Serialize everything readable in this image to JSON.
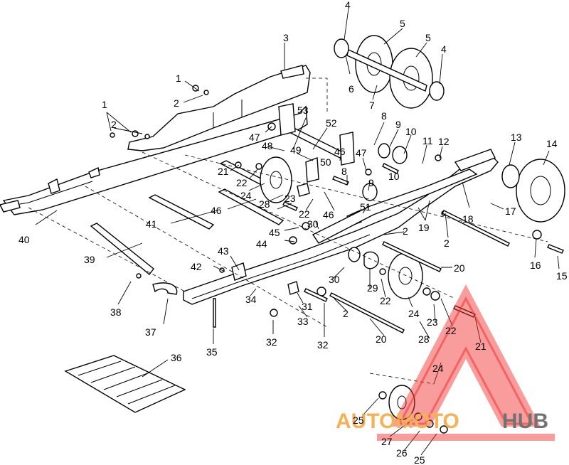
{
  "labels": [
    {
      "id": "l1",
      "text": "1"
    },
    {
      "id": "l2",
      "text": "2"
    },
    {
      "id": "l3",
      "text": "3"
    },
    {
      "id": "l4",
      "text": "4"
    },
    {
      "id": "l5",
      "text": "5"
    },
    {
      "id": "l6",
      "text": "5"
    },
    {
      "id": "l7",
      "text": "4"
    },
    {
      "id": "l8",
      "text": "6"
    },
    {
      "id": "l9",
      "text": "7"
    },
    {
      "id": "l10",
      "text": "1"
    },
    {
      "id": "l11",
      "text": "2"
    },
    {
      "id": "l12",
      "text": "53"
    },
    {
      "id": "l13",
      "text": "52"
    },
    {
      "id": "l14",
      "text": "8"
    },
    {
      "id": "l15",
      "text": "9"
    },
    {
      "id": "l16",
      "text": "10"
    },
    {
      "id": "l17",
      "text": "11"
    },
    {
      "id": "l18",
      "text": "12"
    },
    {
      "id": "l19",
      "text": "13"
    },
    {
      "id": "l20",
      "text": "14"
    },
    {
      "id": "l21",
      "text": "47"
    },
    {
      "id": "l22",
      "text": "48"
    },
    {
      "id": "l23",
      "text": "49"
    },
    {
      "id": "l24",
      "text": "46"
    },
    {
      "id": "l25",
      "text": "47"
    },
    {
      "id": "l26",
      "text": "50"
    },
    {
      "id": "l27",
      "text": "8"
    },
    {
      "id": "l28",
      "text": "9"
    },
    {
      "id": "l29",
      "text": "10"
    },
    {
      "id": "l30",
      "text": "21"
    },
    {
      "id": "l31",
      "text": "22"
    },
    {
      "id": "l32",
      "text": "24"
    },
    {
      "id": "l33",
      "text": "23"
    },
    {
      "id": "l34",
      "text": "28"
    },
    {
      "id": "l35",
      "text": "22"
    },
    {
      "id": "l36",
      "text": "46"
    },
    {
      "id": "l37",
      "text": "51"
    },
    {
      "id": "l38",
      "text": "46"
    },
    {
      "id": "l39",
      "text": "41"
    },
    {
      "id": "l40",
      "text": "40"
    },
    {
      "id": "l41",
      "text": "45"
    },
    {
      "id": "l42",
      "text": "30"
    },
    {
      "id": "l43",
      "text": "44"
    },
    {
      "id": "l44",
      "text": "2"
    },
    {
      "id": "l45",
      "text": "19"
    },
    {
      "id": "l46",
      "text": "18"
    },
    {
      "id": "l47",
      "text": "17"
    },
    {
      "id": "l48",
      "text": "2"
    },
    {
      "id": "l49",
      "text": "16"
    },
    {
      "id": "l50",
      "text": "15"
    },
    {
      "id": "l51",
      "text": "39"
    },
    {
      "id": "l52",
      "text": "43"
    },
    {
      "id": "l53",
      "text": "42"
    },
    {
      "id": "l54",
      "text": "30"
    },
    {
      "id": "l55",
      "text": "29"
    },
    {
      "id": "l56",
      "text": "20"
    },
    {
      "id": "l57",
      "text": "38"
    },
    {
      "id": "l58",
      "text": "34"
    },
    {
      "id": "l59",
      "text": "31"
    },
    {
      "id": "l60",
      "text": "22"
    },
    {
      "id": "l61",
      "text": "24"
    },
    {
      "id": "l62",
      "text": "23"
    },
    {
      "id": "l63",
      "text": "22"
    },
    {
      "id": "l64",
      "text": "37"
    },
    {
      "id": "l65",
      "text": "33"
    },
    {
      "id": "l66",
      "text": "2"
    },
    {
      "id": "l67",
      "text": "21"
    },
    {
      "id": "l68",
      "text": "28"
    },
    {
      "id": "l69",
      "text": "20"
    },
    {
      "id": "l70",
      "text": "35"
    },
    {
      "id": "l71",
      "text": "32"
    },
    {
      "id": "l72",
      "text": "32"
    },
    {
      "id": "l73",
      "text": "36"
    },
    {
      "id": "l74",
      "text": "24"
    },
    {
      "id": "l75",
      "text": "25"
    },
    {
      "id": "l76",
      "text": "27"
    },
    {
      "id": "l77",
      "text": "26"
    },
    {
      "id": "l78",
      "text": "25"
    }
  ],
  "watermark": {
    "part1": "AUTOMOTO",
    "part2": "HUB",
    "accent_color": "#f5a43a",
    "red_color": "#ee2b2b",
    "dark_color": "#5a5a5a"
  }
}
